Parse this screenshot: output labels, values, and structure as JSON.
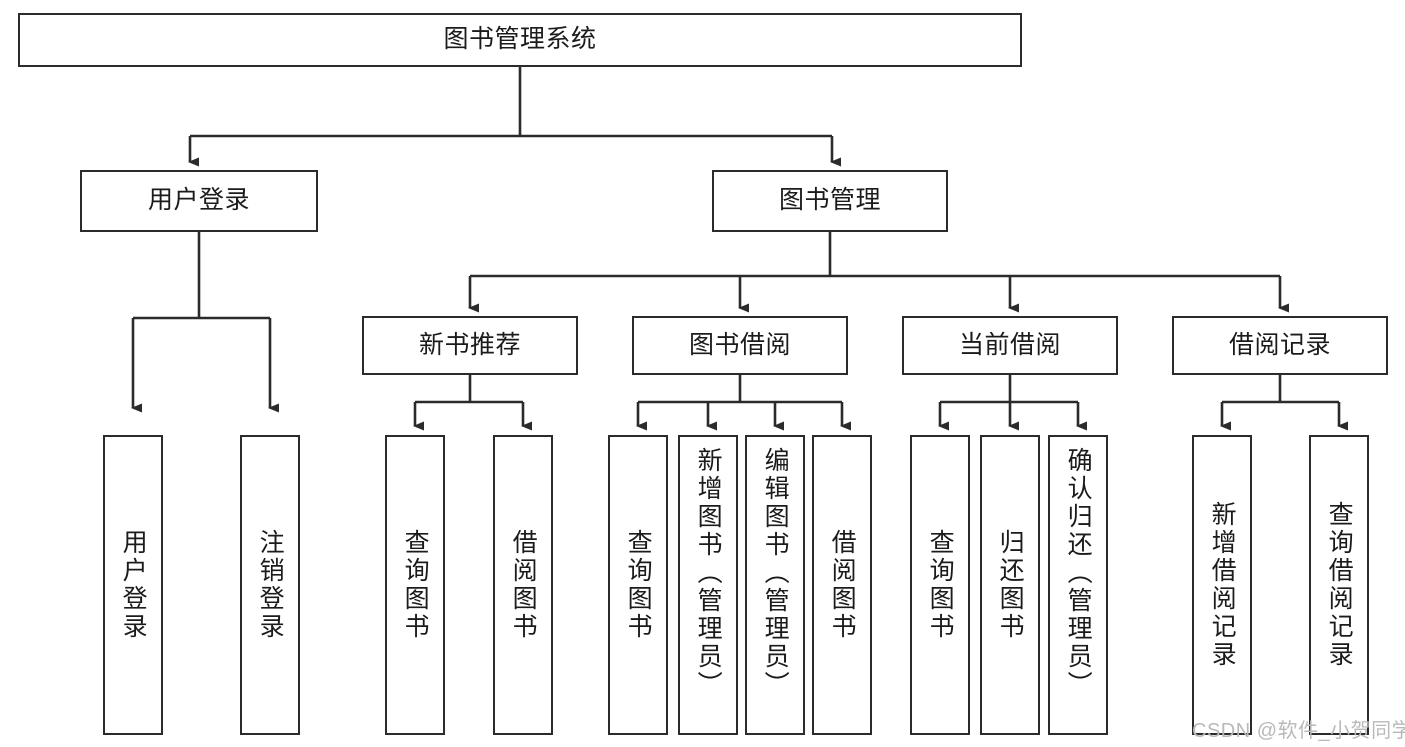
{
  "diagram": {
    "type": "tree-hierarchy",
    "title": "图书管理系统",
    "watermark": "CSDN @软件_小贺同学",
    "colors": {
      "stroke": "#2b2b2b",
      "fill": "#ffffff",
      "text": "#1b1b1b",
      "watermark": "#b9b9b9"
    },
    "nodes": {
      "root": {
        "label": "图书管理系统",
        "level": 1,
        "orientation": "horizontal"
      },
      "l2": [
        {
          "id": "user-login",
          "label": "用户登录",
          "level": 2,
          "orientation": "horizontal"
        },
        {
          "id": "book-manage",
          "label": "图书管理",
          "level": 2,
          "orientation": "horizontal"
        }
      ],
      "l3": [
        {
          "id": "new-book-recommend",
          "label": "新书推荐",
          "level": 3,
          "orientation": "horizontal"
        },
        {
          "id": "book-borrow",
          "label": "图书借阅",
          "level": 3,
          "orientation": "horizontal"
        },
        {
          "id": "current-borrow",
          "label": "当前借阅",
          "level": 3,
          "orientation": "horizontal"
        },
        {
          "id": "borrow-record",
          "label": "借阅记录",
          "level": 3,
          "orientation": "horizontal"
        }
      ],
      "leaves": {
        "user_login": [
          {
            "id": "leaf-user-login",
            "label": "用户登录",
            "orientation": "vertical"
          },
          {
            "id": "leaf-logout",
            "label": "注销登录",
            "orientation": "vertical"
          }
        ],
        "new_book_recommend": [
          {
            "id": "leaf-query-book-1",
            "label": "查询图书",
            "orientation": "vertical"
          },
          {
            "id": "leaf-borrow-book-1",
            "label": "借阅图书",
            "orientation": "vertical"
          }
        ],
        "book_borrow": [
          {
            "id": "leaf-query-book-2",
            "label": "查询图书",
            "orientation": "vertical"
          },
          {
            "id": "leaf-add-book",
            "label": "新增图书（管理员）",
            "orientation": "vertical"
          },
          {
            "id": "leaf-edit-book",
            "label": "编辑图书（管理员）",
            "orientation": "vertical"
          },
          {
            "id": "leaf-borrow-book-2",
            "label": "借阅图书",
            "orientation": "vertical"
          }
        ],
        "current_borrow": [
          {
            "id": "leaf-query-book-3",
            "label": "查询图书",
            "orientation": "vertical"
          },
          {
            "id": "leaf-return-book",
            "label": "归还图书",
            "orientation": "vertical"
          },
          {
            "id": "leaf-confirm-return",
            "label": "确认归还（管理员）",
            "orientation": "vertical"
          }
        ],
        "borrow_record": [
          {
            "id": "leaf-add-record",
            "label": "新增借阅记录",
            "orientation": "vertical"
          },
          {
            "id": "leaf-query-record",
            "label": "查询借阅记录",
            "orientation": "vertical"
          }
        ]
      }
    }
  }
}
